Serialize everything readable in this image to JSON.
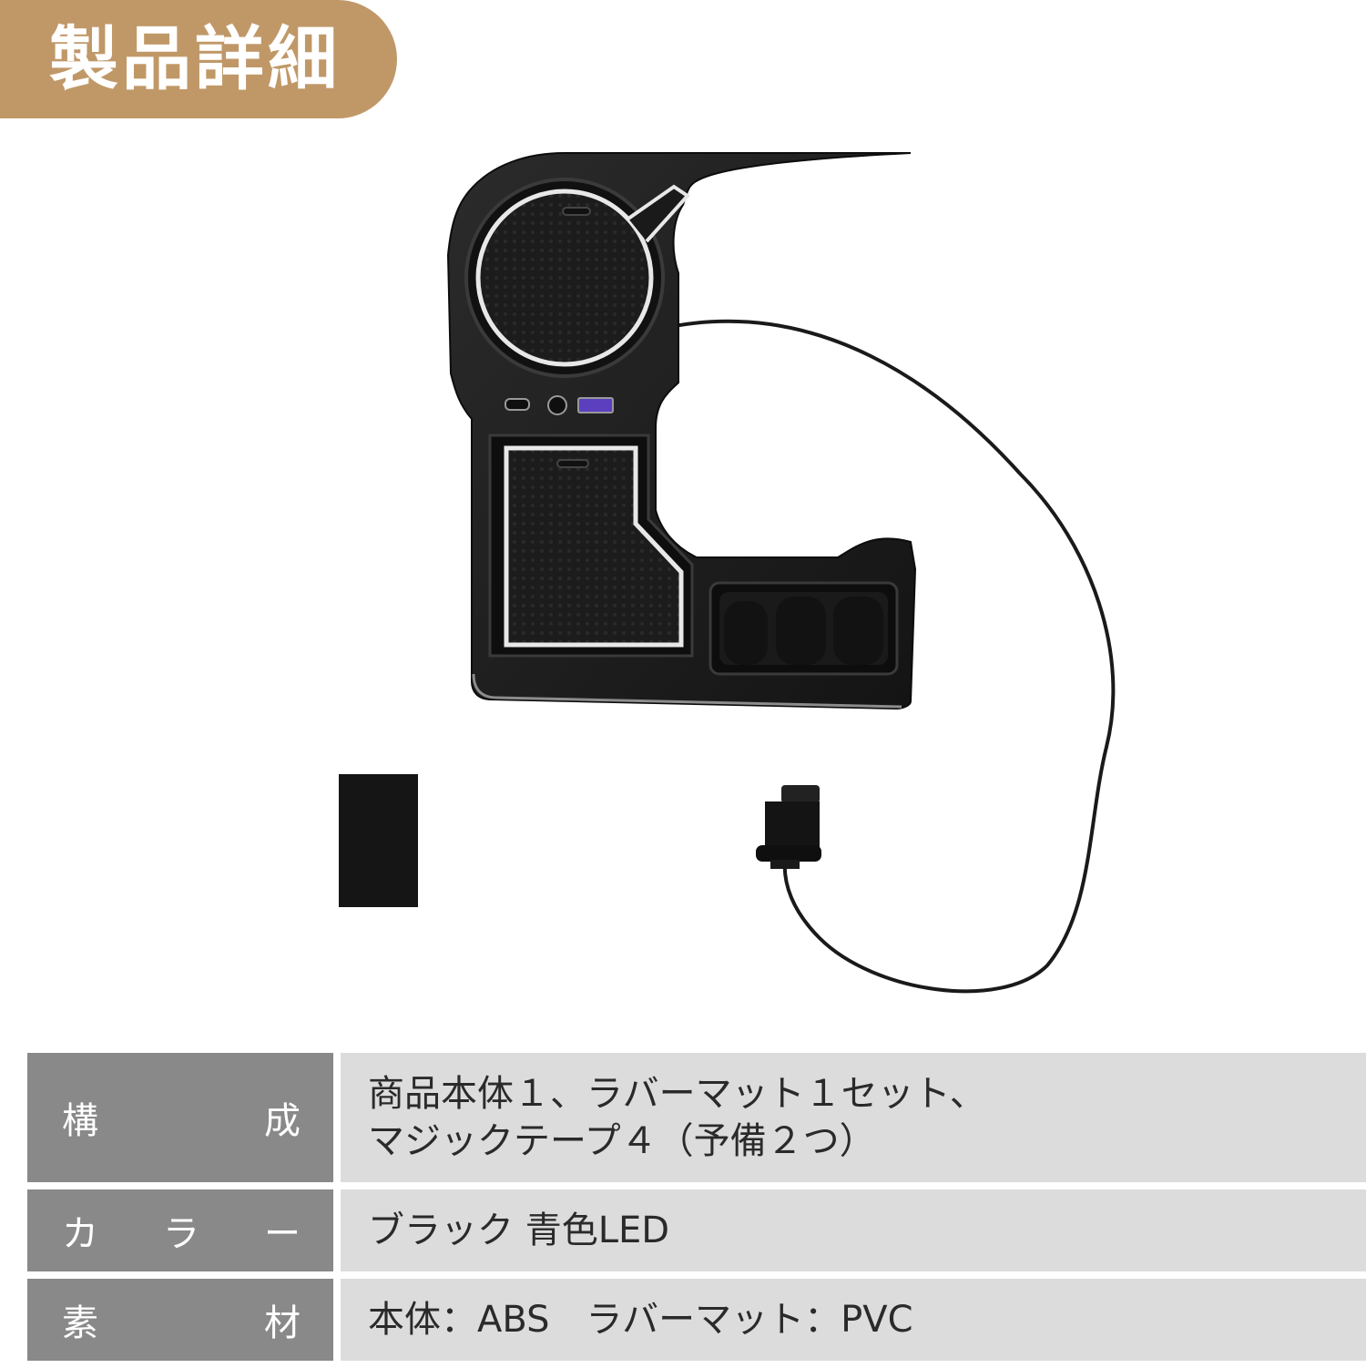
{
  "banner": {
    "title": "製品詳細"
  },
  "specs": [
    {
      "label_chars": [
        "構",
        "成"
      ],
      "lines": [
        "商品本体１、ラバーマット１セット、",
        "マジックテープ４（予備２つ）"
      ]
    },
    {
      "label_chars": [
        "カ",
        "ラ",
        "ー"
      ],
      "lines": [
        "ブラック 青色LED"
      ]
    },
    {
      "label_chars": [
        "素",
        "材"
      ],
      "lines": [
        "本体：ABS　ラバーマット：PVC"
      ]
    }
  ],
  "colors": {
    "banner": "#c09868",
    "label_bg": "#898989",
    "value_bg": "#dcdcdc"
  }
}
